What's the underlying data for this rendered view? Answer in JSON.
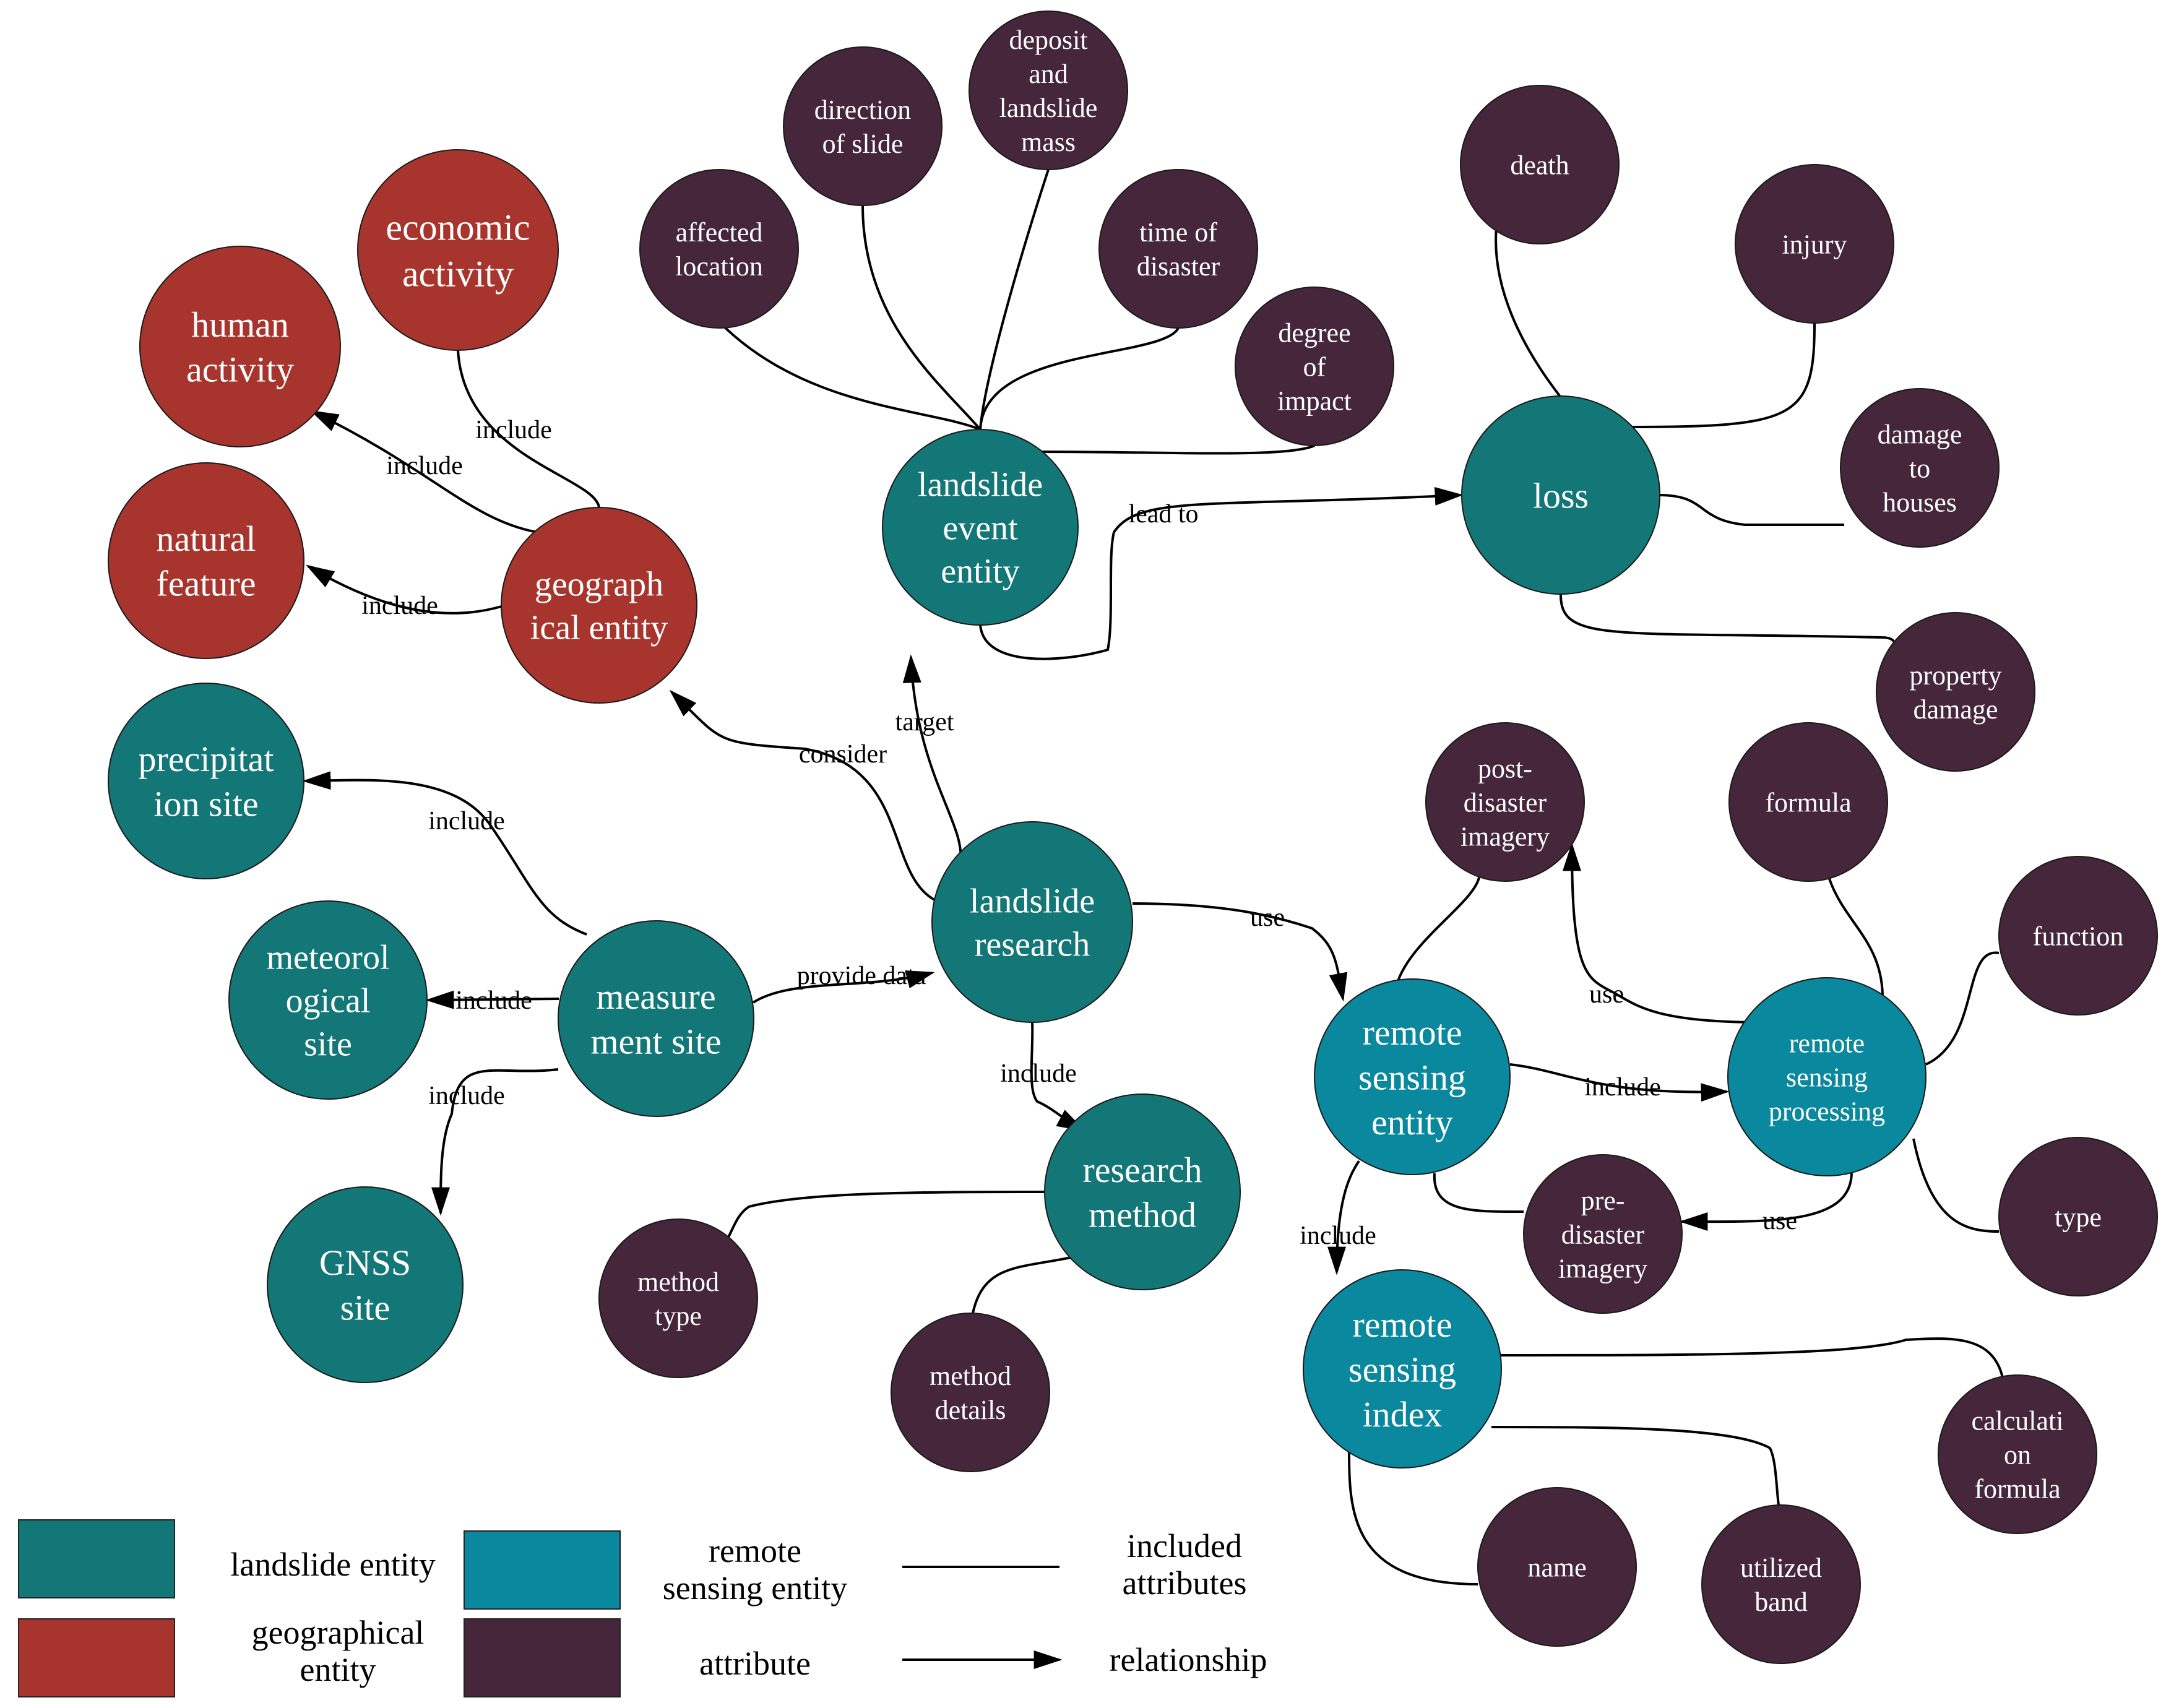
{
  "colors": {
    "landslide_entity": "#137777",
    "geographical_entity": "#A8352D",
    "remote_sensing_entity": "#0A889D",
    "attribute": "#45263A",
    "line": "#000000"
  },
  "nodes": {
    "economic_activity": {
      "lines": [
        "economic",
        "activity"
      ],
      "type": "geographical_entity"
    },
    "human_activity": {
      "lines": [
        "human",
        "activity"
      ],
      "type": "geographical_entity"
    },
    "natural_feature": {
      "lines": [
        "natural",
        "feature"
      ],
      "type": "geographical_entity"
    },
    "geographical_entity": {
      "lines": [
        "geograph",
        "ical entity"
      ],
      "type": "geographical_entity"
    },
    "precipitation_site": {
      "lines": [
        "precipitat",
        "ion site"
      ],
      "type": "landslide_entity"
    },
    "meteorological_site": {
      "lines": [
        "meteorol",
        "ogical",
        "site"
      ],
      "type": "landslide_entity"
    },
    "gnss_site": {
      "lines": [
        "GNSS",
        "site"
      ],
      "type": "landslide_entity"
    },
    "measurement_site": {
      "lines": [
        "measure",
        "ment site"
      ],
      "type": "landslide_entity"
    },
    "landslide_event_entity": {
      "lines": [
        "landslide",
        "event",
        "entity"
      ],
      "type": "landslide_entity"
    },
    "landslide_research": {
      "lines": [
        "landslide",
        "research"
      ],
      "type": "landslide_entity"
    },
    "research_method": {
      "lines": [
        "research",
        "method"
      ],
      "type": "landslide_entity"
    },
    "loss": {
      "lines": [
        "loss"
      ],
      "type": "landslide_entity"
    },
    "remote_sensing_entity": {
      "lines": [
        "remote",
        "sensing",
        "entity"
      ],
      "type": "remote_sensing_entity"
    },
    "remote_sensing_processing": {
      "lines": [
        "remote",
        "sensing",
        "processing"
      ],
      "type": "remote_sensing_entity"
    },
    "remote_sensing_index": {
      "lines": [
        "remote",
        "sensing",
        "index"
      ],
      "type": "remote_sensing_entity"
    },
    "affected_location": {
      "lines": [
        "affected",
        "location"
      ],
      "type": "attribute"
    },
    "direction_of_slide": {
      "lines": [
        "direction",
        "of slide"
      ],
      "type": "attribute"
    },
    "deposit_landslide_mass": {
      "lines": [
        "deposit",
        "and",
        "landslide",
        "mass"
      ],
      "type": "attribute"
    },
    "time_of_disaster": {
      "lines": [
        "time of",
        "disaster"
      ],
      "type": "attribute"
    },
    "degree_of_impact": {
      "lines": [
        "degree",
        "of",
        "impact"
      ],
      "type": "attribute"
    },
    "death": {
      "lines": [
        "death"
      ],
      "type": "attribute"
    },
    "injury": {
      "lines": [
        "injury"
      ],
      "type": "attribute"
    },
    "damage_to_houses": {
      "lines": [
        "damage",
        "to",
        "houses"
      ],
      "type": "attribute"
    },
    "property_damage": {
      "lines": [
        "property",
        "damage"
      ],
      "type": "attribute"
    },
    "post_disaster_imagery": {
      "lines": [
        "post-",
        "disaster",
        "imagery"
      ],
      "type": "attribute"
    },
    "formula": {
      "lines": [
        "formula"
      ],
      "type": "attribute"
    },
    "function": {
      "lines": [
        "function"
      ],
      "type": "attribute"
    },
    "type": {
      "lines": [
        "type"
      ],
      "type": "attribute"
    },
    "pre_disaster_imagery": {
      "lines": [
        "pre-",
        "disaster",
        "imagery"
      ],
      "type": "attribute"
    },
    "method_type": {
      "lines": [
        "method",
        "type"
      ],
      "type": "attribute"
    },
    "method_details": {
      "lines": [
        "method",
        "details"
      ],
      "type": "attribute"
    },
    "calculation_formula": {
      "lines": [
        "calculati",
        "on",
        "formula"
      ],
      "type": "attribute"
    },
    "name": {
      "lines": [
        "name"
      ],
      "type": "attribute"
    },
    "utilized_band": {
      "lines": [
        "utilized",
        "band"
      ],
      "type": "attribute"
    }
  },
  "edge_labels": {
    "include": "include",
    "consider": "consider",
    "target": "target",
    "lead_to": "lead to",
    "provide_data": "provide data",
    "use": "use"
  },
  "legend": {
    "landslide_entity": "landslide entity",
    "geographical_entity": [
      "geographical",
      "entity"
    ],
    "remote_sensing_entity": [
      "remote",
      "sensing entity"
    ],
    "attribute": "attribute",
    "included_attributes": [
      "included",
      "attributes"
    ],
    "relationship": "relationship"
  }
}
